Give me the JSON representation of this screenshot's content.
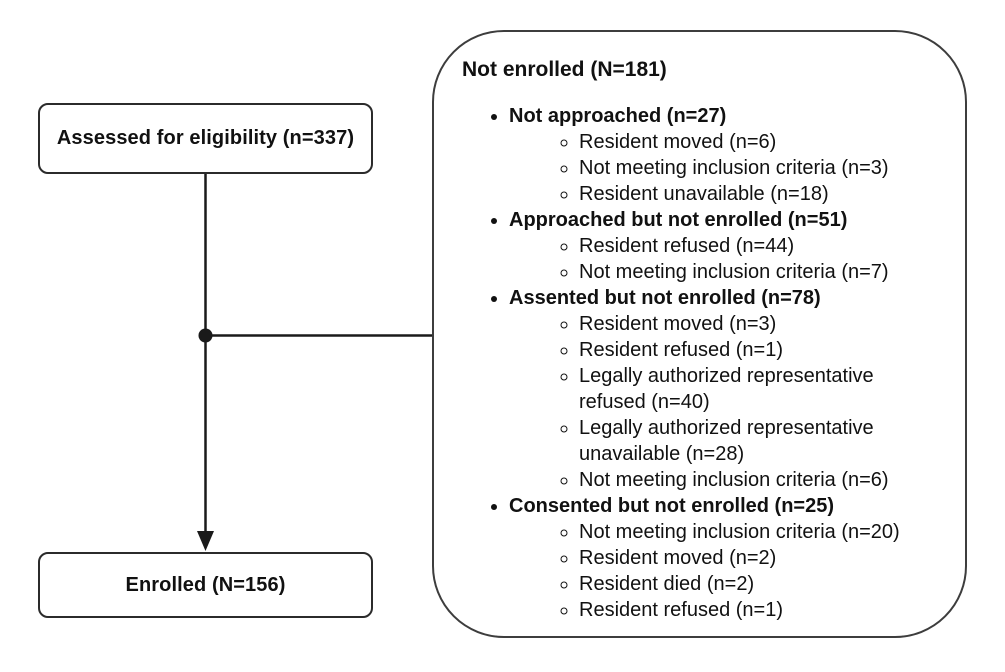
{
  "diagram": {
    "type": "flowchart",
    "boxes": {
      "assessed": {
        "label": "Assessed for eligibility (n=337)"
      },
      "enrolled": {
        "label": "Enrolled (N=156)"
      },
      "not_enrolled": {
        "title": "Not enrolled (N=181)",
        "groups": [
          {
            "label": "Not approached (n=27)",
            "items": [
              "Resident moved (n=6)",
              "Not meeting inclusion criteria (n=3)",
              "Resident unavailable (n=18)"
            ]
          },
          {
            "label": "Approached but not enrolled (n=51)",
            "items": [
              "Resident refused (n=44)",
              "Not meeting inclusion criteria (n=7)"
            ]
          },
          {
            "label": "Assented but not enrolled (n=78)",
            "items": [
              "Resident moved (n=3)",
              "Resident refused (n=1)",
              "Legally authorized representative refused (n=40)",
              "Legally authorized representative unavailable (n=28)",
              "Not meeting inclusion criteria (n=6)"
            ]
          },
          {
            "label": "Consented but not enrolled (n=25)",
            "items": [
              "Not meeting inclusion criteria (n=20)",
              "Resident moved (n=2)",
              "Resident died (n=2)",
              "Resident refused (n=1)"
            ]
          }
        ]
      }
    },
    "colors": {
      "background": "#ffffff",
      "text": "#111111",
      "box_border": "#2b2b2b",
      "big_box_border": "#3d3d3d",
      "connector": "#1a1a1a"
    }
  }
}
